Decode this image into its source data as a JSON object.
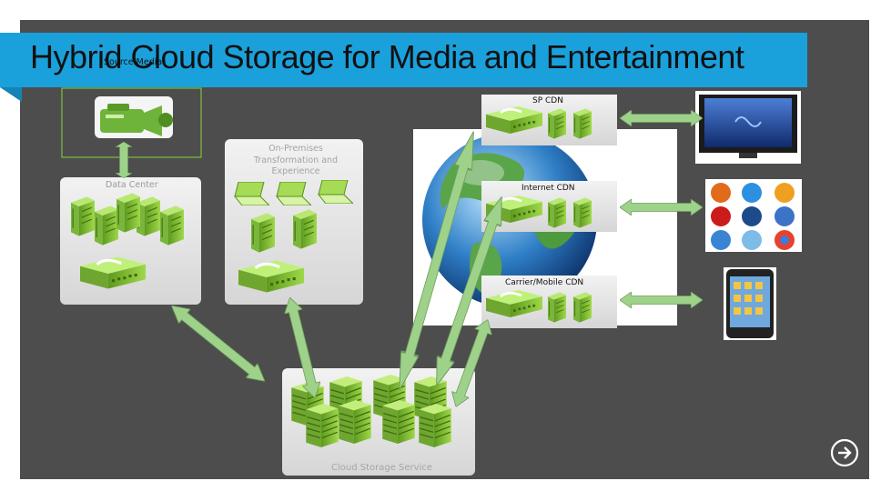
{
  "slide": {
    "title": "Hybrid Cloud Storage for Media and Entertainment",
    "colors": {
      "title_bar": "#1aa1dc",
      "background": "#4d4d4d",
      "accent_green": "#8ccc3c",
      "arrow_green": "#9ed18a"
    }
  },
  "labels": {
    "source_media": "Source Media",
    "data_center": "Data Center",
    "on_premises_line1": "On-Premises",
    "on_premises_line2": "Transformation and",
    "on_premises_line3": "Experience",
    "sp_cdn": "SP CDN",
    "internet_cdn": "Internet CDN",
    "carrier_cdn": "Carrier/Mobile CDN",
    "cloud_storage": "Cloud Storage Service"
  },
  "icons": {
    "camera": "video-camera-icon",
    "globe": "globe-icon",
    "tv": "tv-icon",
    "browsers": "browser-logos-icon",
    "phone": "smartphone-icon",
    "next": "next-arrow-icon"
  }
}
